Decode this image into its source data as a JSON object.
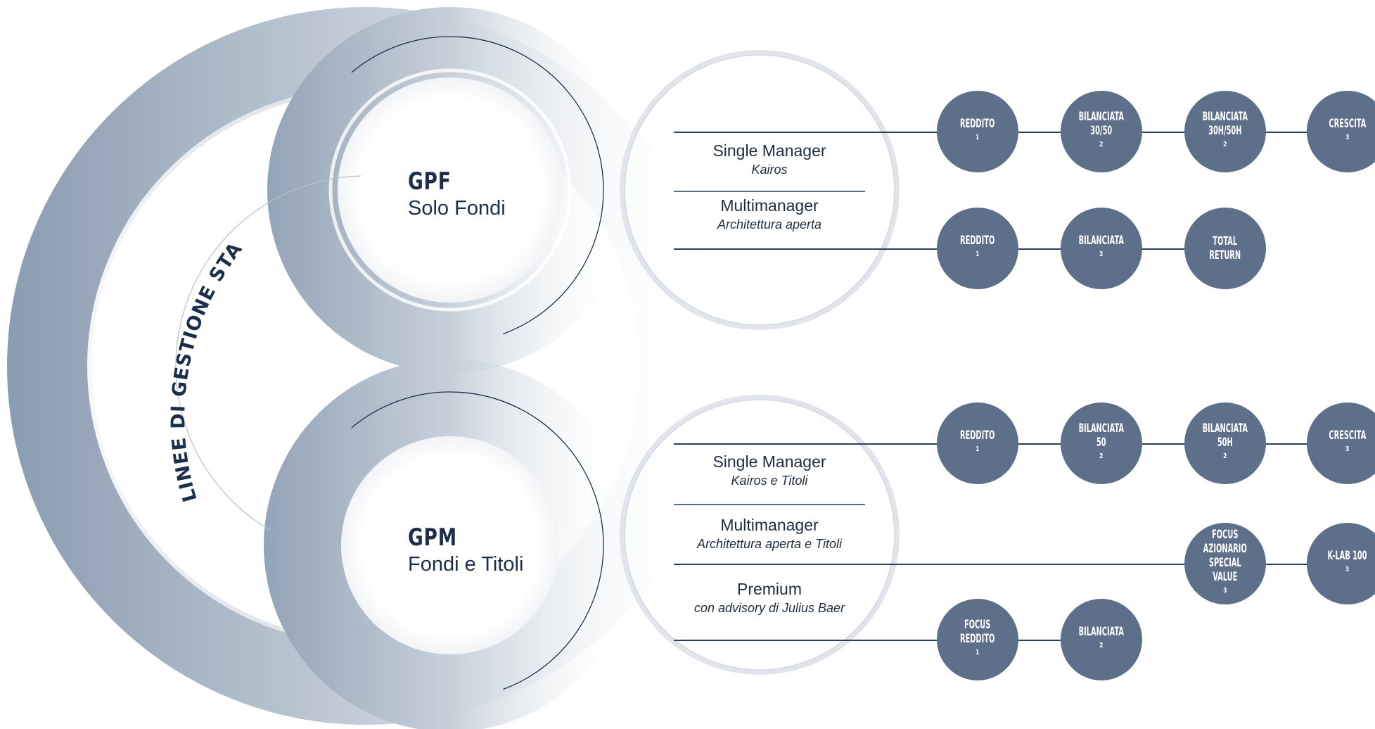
{
  "arc_title": "LINEE DI GESTIONE STANDARDIZZATE",
  "gpf": {
    "code": "GPF",
    "desc": "Solo Fondi",
    "rows": [
      {
        "main": "Single Manager",
        "sub": "Kairos"
      },
      {
        "main": "Multimanager",
        "sub": "Architettura aperta"
      }
    ],
    "line1_nodes": [
      {
        "label": "REDDITO",
        "sup": "1"
      },
      {
        "label": "BILANCIATA\n30/50",
        "sup": "2"
      },
      {
        "label": "BILANCIATA\n30H/50H",
        "sup": "2"
      },
      {
        "label": "CRESCITA",
        "sup": "3"
      }
    ],
    "line2_nodes": [
      {
        "label": "REDDITO",
        "sup": "1"
      },
      {
        "label": "BILANCIATA",
        "sup": "2"
      },
      {
        "label": "TOTAL\nRETURN",
        "sup": ""
      }
    ]
  },
  "gpm": {
    "code": "GPM",
    "desc": "Fondi e Titoli",
    "rows": [
      {
        "main": "Single Manager",
        "sub": "Kairos e Titoli"
      },
      {
        "main": "Multimanager",
        "sub": "Architettura aperta e Titoli"
      },
      {
        "main": "Premium",
        "sub": "con advisory di Julius Baer"
      }
    ],
    "line1_nodes": [
      {
        "label": "REDDITO",
        "sup": "1"
      },
      {
        "label": "BILANCIATA\n50",
        "sup": "2"
      },
      {
        "label": "BILANCIATA\n50H",
        "sup": "2"
      },
      {
        "label": "CRESCITA",
        "sup": "3"
      }
    ],
    "line2_nodes": [
      {
        "label": "FOCUS\nAZIONARIO\nSPECIAL\nVALUE",
        "sup": "3"
      },
      {
        "label": "K-LAB 100",
        "sup": "3"
      }
    ],
    "line3_nodes": [
      {
        "label": "FOCUS\nREDDITO",
        "sup": "1"
      },
      {
        "label": "BILANCIATA",
        "sup": "2"
      }
    ]
  },
  "colors": {
    "node": "#5d6f89",
    "line": "#2c3e58",
    "ring_dark": "#8e9fb2",
    "ring_light": "#e9edf2"
  }
}
